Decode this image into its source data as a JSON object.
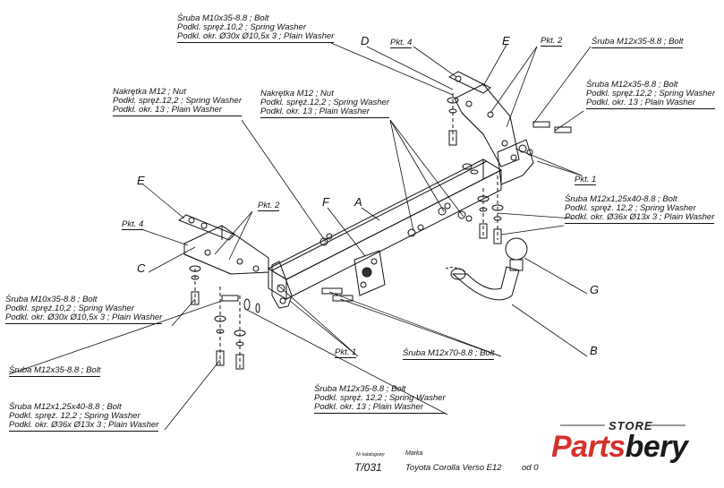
{
  "labels": {
    "top_bolt_m10": [
      "Śruba M10x35-8.8 ; Bolt",
      "Podkl. spręż.10,2 ; Spring Washer",
      "Podkl. okr. Ø30x Ø10,5x 3 ; Plain Washer"
    ],
    "nut_left": [
      "Nakrętka M12 ; Nut",
      "Podkl. spręż.12,2 ; Spring Washer",
      "Podkl. okr. 13 ; Plain Washer"
    ],
    "nut_mid": [
      "Nakrętka M12 ; Nut",
      "Podkl. spręż.12,2 ; Spring Washer",
      "Podkl. okr. 13 ; Plain Washer"
    ],
    "top_right_bolt": [
      "Śruba M12x35-8.8 ; Bolt"
    ],
    "right_bolt_m12": [
      "Śruba M12x35-8.8 ; Bolt",
      "Podkl. spręż.12,2 ; Spring Washer",
      "Podkl. okr. 13 ; Plain Washer"
    ],
    "right_bolt_m12x125": [
      "Śruba M12x1,25x40-8.8 ; Bolt",
      "Podkl. spręż. 12,2 ; Spring Washer",
      "Podkl. okr. Ø36x Ø13x 3 ; Plain Washer"
    ],
    "left_bolt_m10": [
      "Śruba M10x35-8.8 ; Bolt",
      "Podkl. spręż.10,2 ; Spring Washer",
      "Podkl. okr. Ø30x Ø10,5x 3 ; Plain Washer"
    ],
    "left_bolt_m12": [
      "Śruba M12x35-8.8 ; Bolt"
    ],
    "bottom_bolt_m12": [
      "Śruba M12x35-8.8 ; Bolt",
      "Podkl. spręż. 12,2 ; Spring Washer",
      "Podkl. okr. 13 ; Plain Washer"
    ],
    "bottom_left_bolt": [
      "Śruba M12x1,25x40-8.8 ; Bolt",
      "Podkl. spręż. 12,2 ; Spring Washer",
      "Podkl. okr. Ø36x Ø13x 3 ; Plain Washer"
    ],
    "center_bolt_m12x70": [
      "Śruba M12x70-8.8 ; Bolt"
    ]
  },
  "letters": {
    "a": "A",
    "b": "B",
    "c": "C",
    "d": "D",
    "e_top": "E",
    "e_left": "E",
    "f": "F",
    "g": "G"
  },
  "pkt": {
    "pkt4_top": "Pkt. 4",
    "pkt2_top": "Pkt. 2",
    "pkt1_right": "Pkt. 1",
    "pkt4_left": "Pkt. 4",
    "pkt2_left": "Pkt. 2",
    "pkt1_bottom": "Pkt. 1"
  },
  "footer": {
    "nr_label": "Nr katalogowy",
    "marka_label": "Marka",
    "catalog_number": "T/031",
    "vehicle": "Toyota Corolla Verso E12",
    "from": "od 0"
  },
  "logo": {
    "store": "STORE",
    "brand_part1": "Parts",
    "brand_part2": "bery",
    "red": "#d6322b",
    "dark": "#1a1a1a"
  }
}
